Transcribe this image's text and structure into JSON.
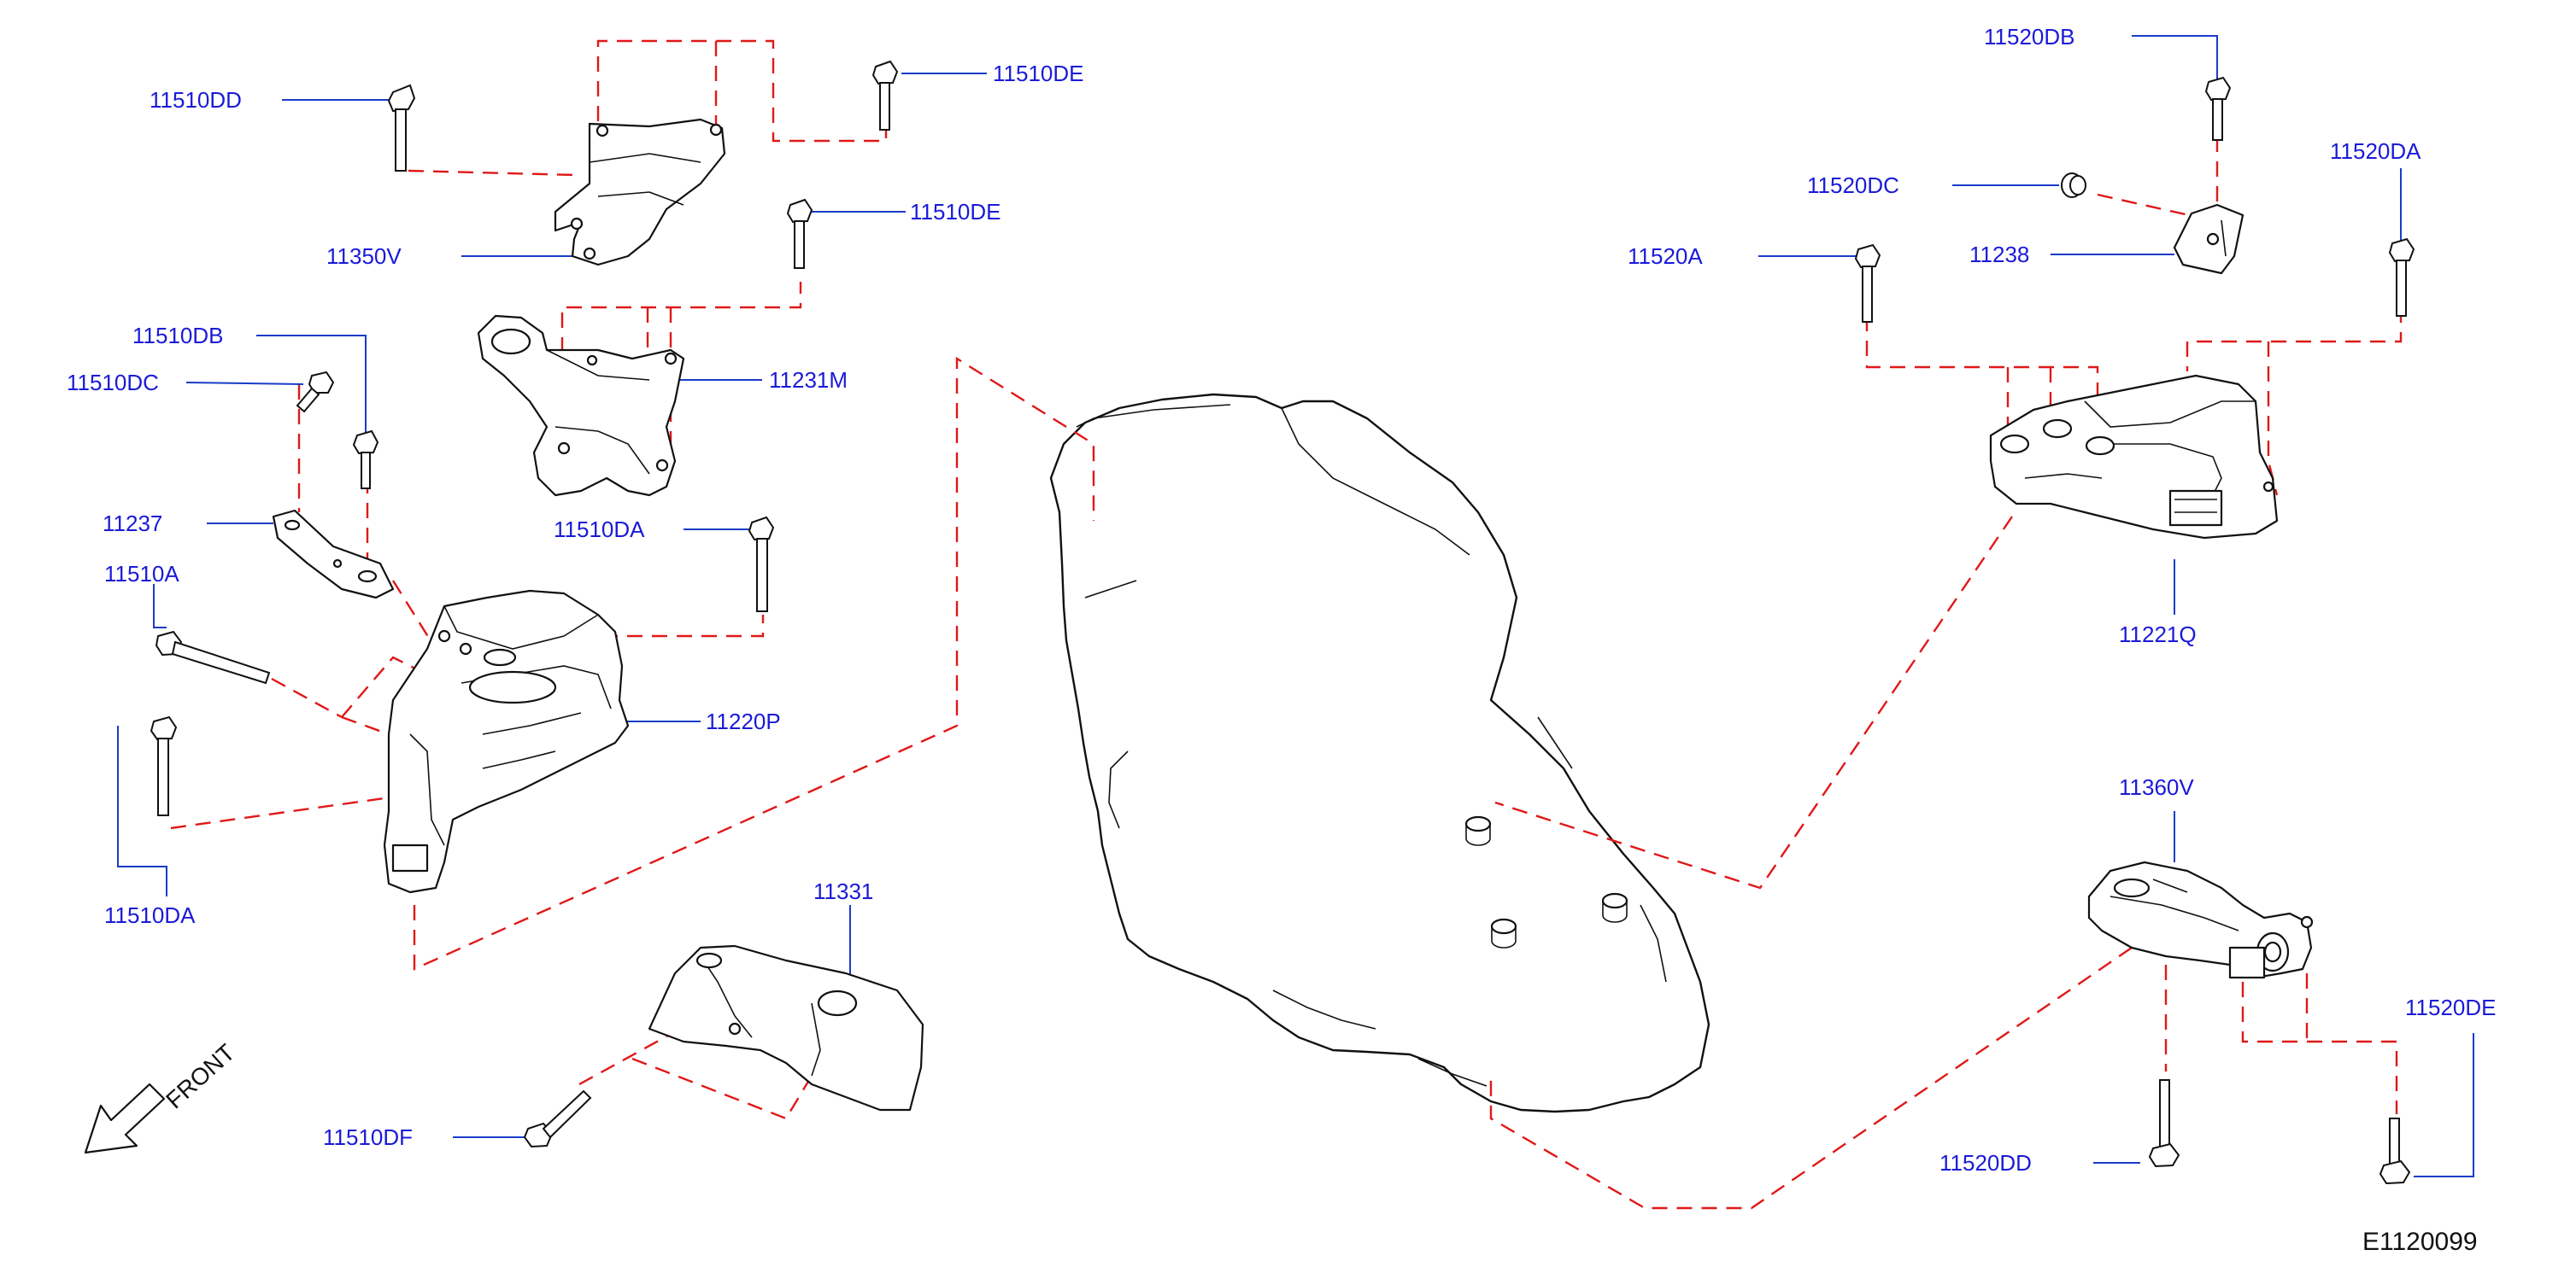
{
  "labels": {
    "l_11510dd": "11510DD",
    "l_11510de_top": "11510DE",
    "l_11510de_mid": "11510DE",
    "l_11350v": "11350V",
    "l_11510db": "11510DB",
    "l_11510dc": "11510DC",
    "l_11231m": "11231M",
    "l_11237": "11237",
    "l_11510da_upper": "11510DA",
    "l_11510a": "11510A",
    "l_11220p": "11220P",
    "l_11510da_lower": "11510DA",
    "l_11331": "11331",
    "l_11510df": "11510DF",
    "l_11520db": "11520DB",
    "l_11520dc": "11520DC",
    "l_11520da": "11520DA",
    "l_11520a": "11520A",
    "l_11238": "11238",
    "l_11221q": "11221Q",
    "l_11360v": "11360V",
    "l_11520de": "11520DE",
    "l_11520dd": "11520DD"
  },
  "front_label": "FRONT",
  "figure_id": "E1120099",
  "colors": {
    "label_text": "#1a1ad8",
    "leader_line": "#1a3cc8",
    "dashed_guide": "#e01818",
    "outline": "#111111"
  },
  "icons": {
    "front_arrow": "front-arrow-icon"
  }
}
